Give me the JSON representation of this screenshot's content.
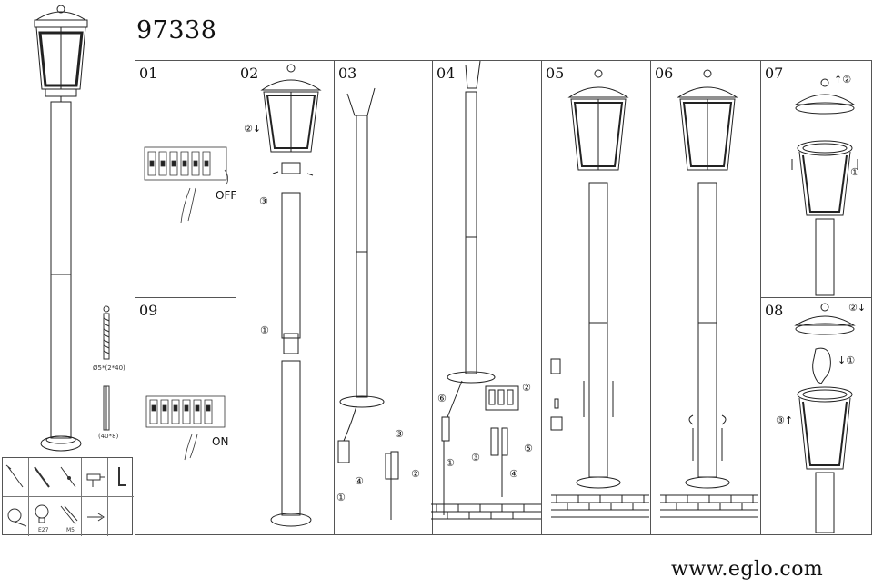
{
  "header": {
    "model_number": "97338"
  },
  "footer": {
    "website": "www.eglo.com"
  },
  "steps": [
    {
      "number": "01",
      "label": "OFF"
    },
    {
      "number": "02"
    },
    {
      "number": "03"
    },
    {
      "number": "04"
    },
    {
      "number": "05"
    },
    {
      "number": "06"
    },
    {
      "number": "07"
    },
    {
      "number": "08"
    },
    {
      "number": "09",
      "label": "ON"
    }
  ],
  "hardware": {
    "screw_caption": "Ø5*(2*40)",
    "anchor_caption": "(40*8)"
  },
  "tools": {
    "bulb_caption": "E27",
    "tool_caption": "M5"
  },
  "icons": [
    "screwdriver-icon",
    "phillips-screwdriver-icon",
    "flat-screwdriver-icon",
    "drill-icon",
    "allen-key-icon",
    "tape-measure-icon",
    "bulb-icon",
    "wire-stripper-icon",
    "pliers-icon"
  ]
}
